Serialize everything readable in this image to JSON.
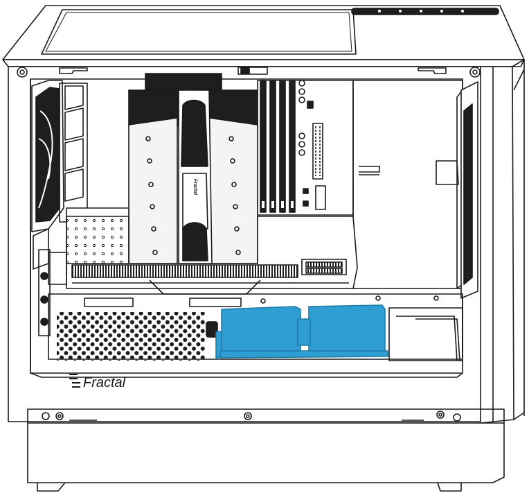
{
  "brand": {
    "logo_text": "Fractal",
    "fan_logo_text": "Fractal"
  },
  "colors": {
    "background": "#ffffff",
    "line": "#1a1a1a",
    "fill_light": "#f4f4f4",
    "fill_dark": "#1e1e1e",
    "highlight": "#2f9fd3",
    "highlight_dark": "#1f7aa6"
  },
  "components": {
    "drive_trays_highlighted": 2,
    "heatsink_towers": 2,
    "ram_slots": 4
  }
}
